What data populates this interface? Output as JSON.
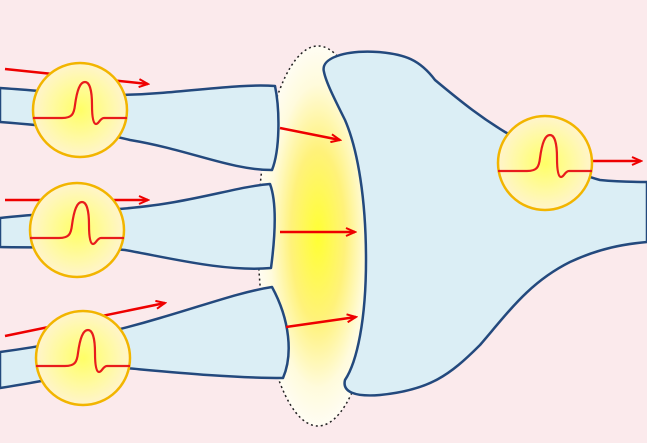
{
  "colors": {
    "background": "#fbeaec",
    "neuron_fill": "#dbeef5",
    "neuron_stroke": "#23497d",
    "signal_arrow": "#ee0000",
    "spike_badge_fill": "#fff7a0",
    "spike_badge_stroke": "#f2b500",
    "spike_trace": "#e81c1c",
    "synaptic_glow": "#ffff33"
  },
  "diagram": {
    "presynaptic_inputs": [
      {
        "id": "input-1",
        "spike": "action-potential"
      },
      {
        "id": "input-2",
        "spike": "action-potential"
      },
      {
        "id": "input-3",
        "spike": "action-potential"
      }
    ],
    "synapse_transmissions": 3,
    "postsynaptic_output": {
      "spike": "action-potential"
    },
    "icons": [
      "action-potential-icon",
      "signal-arrow-icon",
      "synaptic-cleft-glow"
    ]
  }
}
